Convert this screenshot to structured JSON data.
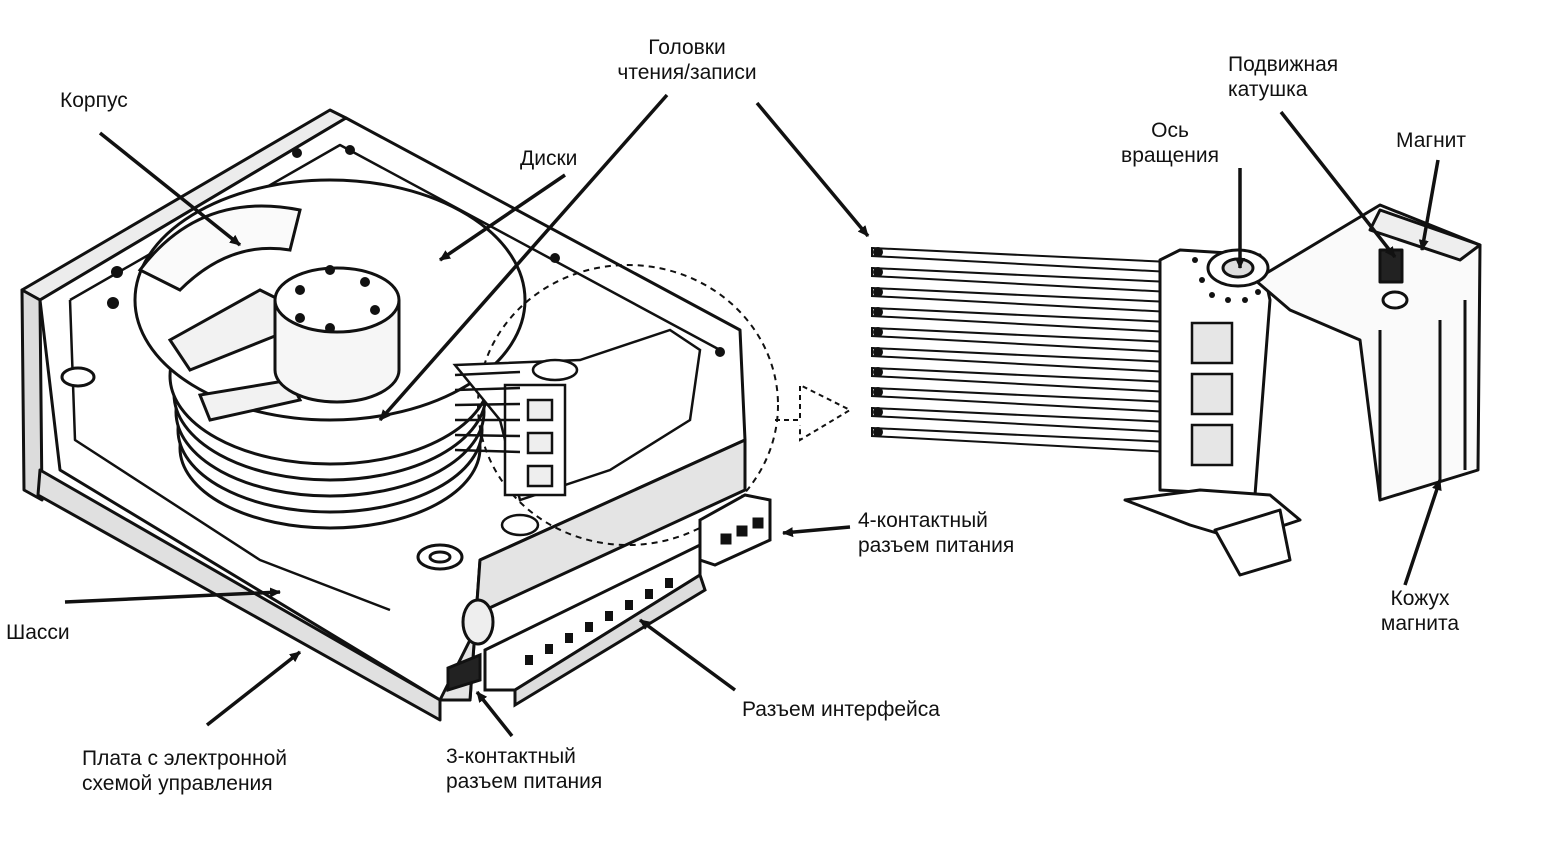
{
  "diagram": {
    "labels": {
      "korpus": "Корпус",
      "golovki": [
        "Головки",
        "чтения/записи"
      ],
      "diski": "Диски",
      "podvizhnaya": [
        "Подвижная",
        "катушка"
      ],
      "os": [
        "Ось",
        "вращения"
      ],
      "magnit": "Магнит",
      "shassi": "Шасси",
      "plata": [
        "Плата с электронной",
        "схемой управления"
      ],
      "pin3": [
        "3-контактный",
        "разъем питания"
      ],
      "pin4": [
        "4-контактный",
        "разъем питания"
      ],
      "interface": "Разъем интерфейса",
      "kozhuh": [
        "Кожух",
        "магнита"
      ]
    }
  },
  "colors": {
    "ink": "#111111",
    "fill": "#ffffff",
    "shade": "#dcdcdc"
  }
}
